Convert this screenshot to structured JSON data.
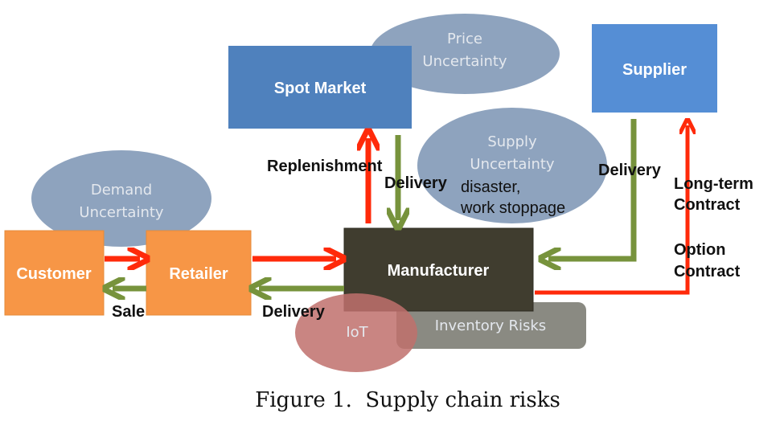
{
  "nodes": {
    "spot_market": "Spot Market",
    "supplier": "Supplier",
    "customer": "Customer",
    "retailer": "Retailer",
    "manufacturer": "Manufacturer"
  },
  "risks": {
    "price": [
      "Price",
      "Uncertainty"
    ],
    "supply": [
      "Supply",
      "Uncertainty"
    ],
    "demand": [
      "Demand",
      "Uncertainty"
    ],
    "iot": "IoT",
    "inventory": "Inventory Risks"
  },
  "edge_labels": {
    "replenishment": "Replenishment",
    "delivery_spot": "Delivery",
    "delivery_supplier": "Delivery",
    "delivery_retailer": "Delivery",
    "sale": "Sale",
    "long_term": [
      "Long-term",
      "Contract"
    ],
    "option": [
      "Option",
      "Contract"
    ]
  },
  "notes": {
    "disaster": "disaster,",
    "work_stoppage": "work stoppage"
  },
  "caption": "Figure 1.  Supply chain risks",
  "colors": {
    "blue_dark": "#4f81bd",
    "blue_light": "#558ed5",
    "orange": "#f79646",
    "manufacturer": "#403d2f",
    "ellipse": "#8ea3be",
    "iot": "#c0706c",
    "inventory": "#8a8a82",
    "red_arrow": "#ff2a0a",
    "green_arrow": "#77933c"
  }
}
